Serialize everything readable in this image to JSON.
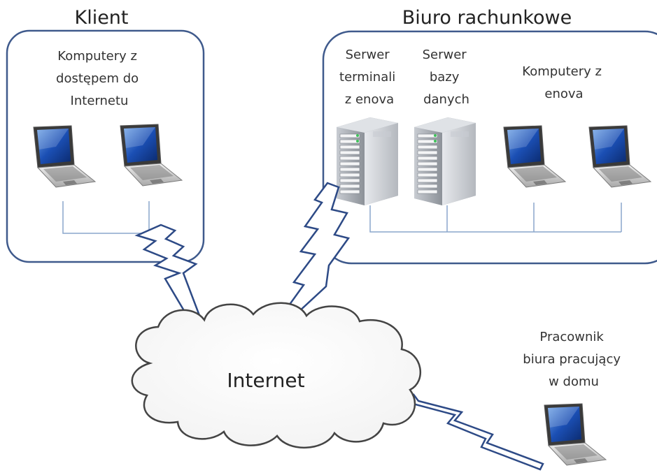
{
  "client": {
    "title": "Klient",
    "computers_label": [
      "Komputery z",
      "dostępem do",
      "Internetu"
    ]
  },
  "office": {
    "title": "Biuro rachunkowe",
    "terminal_server_label": [
      "Serwer",
      "terminali",
      "z enova"
    ],
    "db_server_label": [
      "Serwer",
      "bazy",
      "danych"
    ],
    "computers_label": [
      "Komputery z",
      "enova"
    ]
  },
  "internet": {
    "label": "Internet"
  },
  "remote_worker": {
    "label": [
      "Pracownik",
      "biura pracujący",
      "w domu"
    ]
  },
  "colors": {
    "box_border": "#3f5a8c",
    "bolt_stroke": "#2d4a86",
    "line": "#8aa6cc",
    "cloud_stroke": "#444444"
  }
}
